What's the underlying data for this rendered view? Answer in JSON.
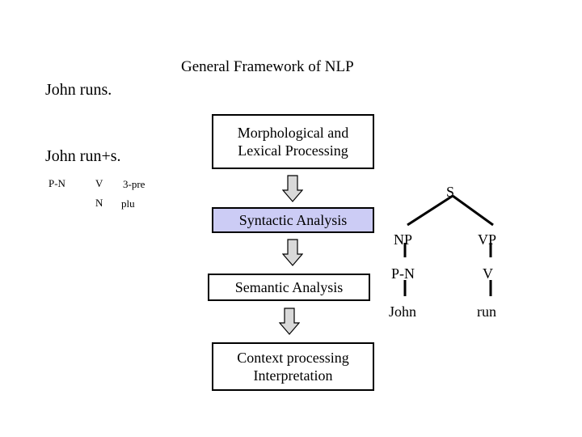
{
  "title": "General Framework of NLP",
  "examples": {
    "sentence_surface": "John runs.",
    "sentence_segmented": "John run+s.",
    "tags": {
      "proper_noun": "P-N",
      "verb": "V",
      "person_tense": "3-pre",
      "noun": "N",
      "number": "plu"
    }
  },
  "pipeline": {
    "arrow_icon": "down-block-arrow-icon",
    "stages": [
      {
        "line1": "Morphological and",
        "line2": "Lexical Processing"
      },
      {
        "line1": "Syntactic Analysis",
        "line2": ""
      },
      {
        "line1": "Semantic Analysis",
        "line2": ""
      },
      {
        "line1": "Context processing",
        "line2": "Interpretation"
      }
    ],
    "highlight_color": "#ccccf5"
  },
  "parse_tree": {
    "root": "S",
    "np": "NP",
    "vp": "VP",
    "np_pos": "P-N",
    "vp_pos": "V",
    "np_word": "John",
    "vp_word": "run"
  }
}
